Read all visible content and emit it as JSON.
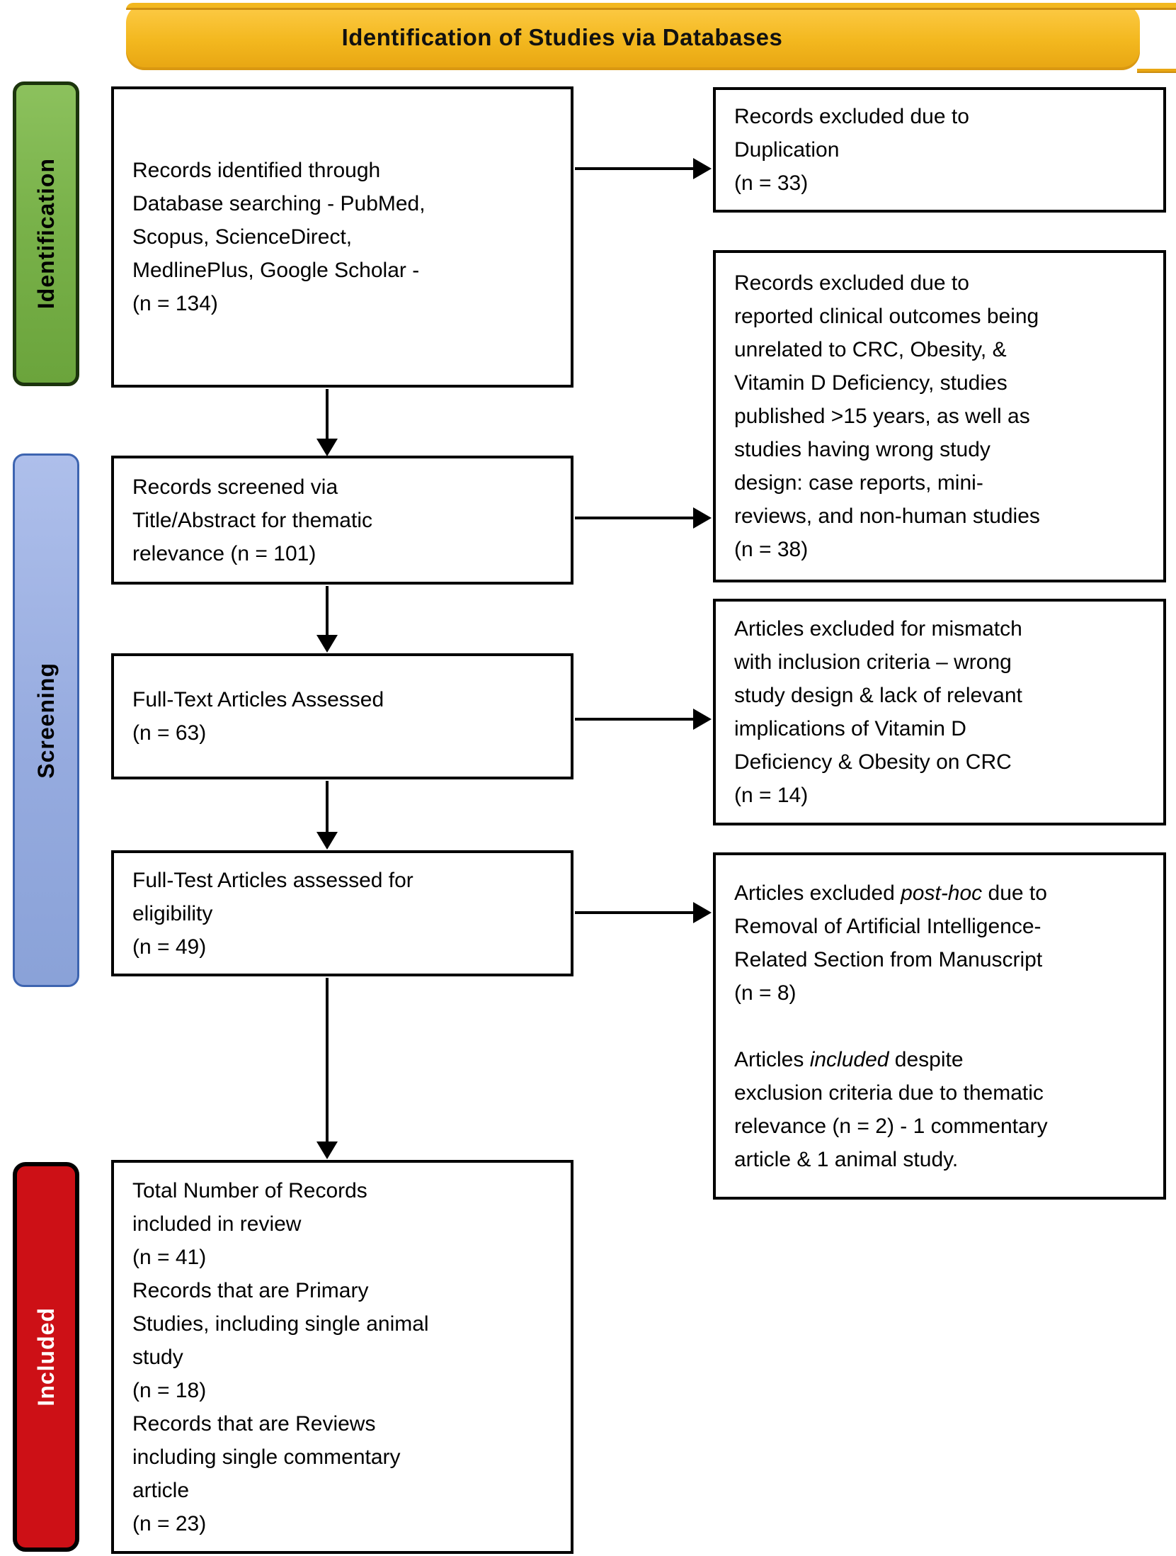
{
  "banner": {
    "title": "Identification of Studies via Databases"
  },
  "side_labels": [
    {
      "id": "identification",
      "label": "Identification"
    },
    {
      "id": "screening",
      "label": "Screening"
    },
    {
      "id": "included",
      "label": "Included"
    }
  ],
  "flow_boxes": [
    {
      "id": "records-identified",
      "lines": [
        "Records identified through",
        "Database searching - PubMed,",
        "Scopus, ScienceDirect,",
        "MedlinePlus, Google Scholar -",
        "(n = 134)"
      ]
    },
    {
      "id": "records-screened",
      "lines": [
        "Records screened via",
        "Title/Abstract for thematic",
        "relevance (n = 101)"
      ]
    },
    {
      "id": "fulltext-assessed",
      "lines": [
        "Full-Text Articles Assessed",
        "(n = 63)"
      ]
    },
    {
      "id": "fulltest-eligibility",
      "lines": [
        "Full-Test Articles assessed for",
        "eligibility",
        "(n = 49)"
      ]
    },
    {
      "id": "total-included",
      "lines": [
        "Total Number of Records",
        "included in review",
        "(n = 41)",
        "Records that are Primary",
        "Studies, including single animal",
        "study",
        "(n = 18)",
        "Records that are Reviews",
        "including single commentary",
        "article",
        "(n = 23)"
      ]
    }
  ],
  "exclusion_boxes": [
    {
      "id": "excluded-duplication",
      "lines": [
        "Records excluded due to",
        "Duplication",
        "(n = 33)"
      ]
    },
    {
      "id": "excluded-outcomes",
      "lines": [
        "Records excluded due to",
        "reported clinical outcomes being",
        "unrelated to CRC, Obesity, &",
        "Vitamin D Deficiency, studies",
        "published >15 years, as well as",
        "studies having wrong study",
        "design: case reports, mini-",
        "reviews, and non-human studies",
        "(n = 38)"
      ]
    },
    {
      "id": "excluded-mismatch",
      "lines": [
        "Articles excluded for mismatch",
        "with inclusion criteria – wrong",
        "study design & lack of relevant",
        "implications of Vitamin D",
        "Deficiency & Obesity on CRC",
        "(n = 14)"
      ]
    },
    {
      "id": "excluded-posthoc",
      "lines": [
        [
          {
            "t": "Articles excluded "
          },
          {
            "t": "post-hoc",
            "i": true
          },
          {
            "t": " due to"
          }
        ],
        "Removal of Artificial Intelligence-",
        "Related Section from Manuscript",
        "(n = 8)",
        "",
        [
          {
            "t": "Articles "
          },
          {
            "t": "included",
            "i": true
          },
          {
            "t": " despite"
          }
        ],
        "exclusion criteria due to thematic",
        "relevance (n = 2) - 1 commentary",
        "article & 1 animal study."
      ]
    }
  ],
  "colors": {
    "banner_yellow": "#F3B81F",
    "identification_green": "#79B24A",
    "screening_blue": "#96ABDF",
    "included_red": "#CD1016",
    "box_border_black": "#000000"
  }
}
